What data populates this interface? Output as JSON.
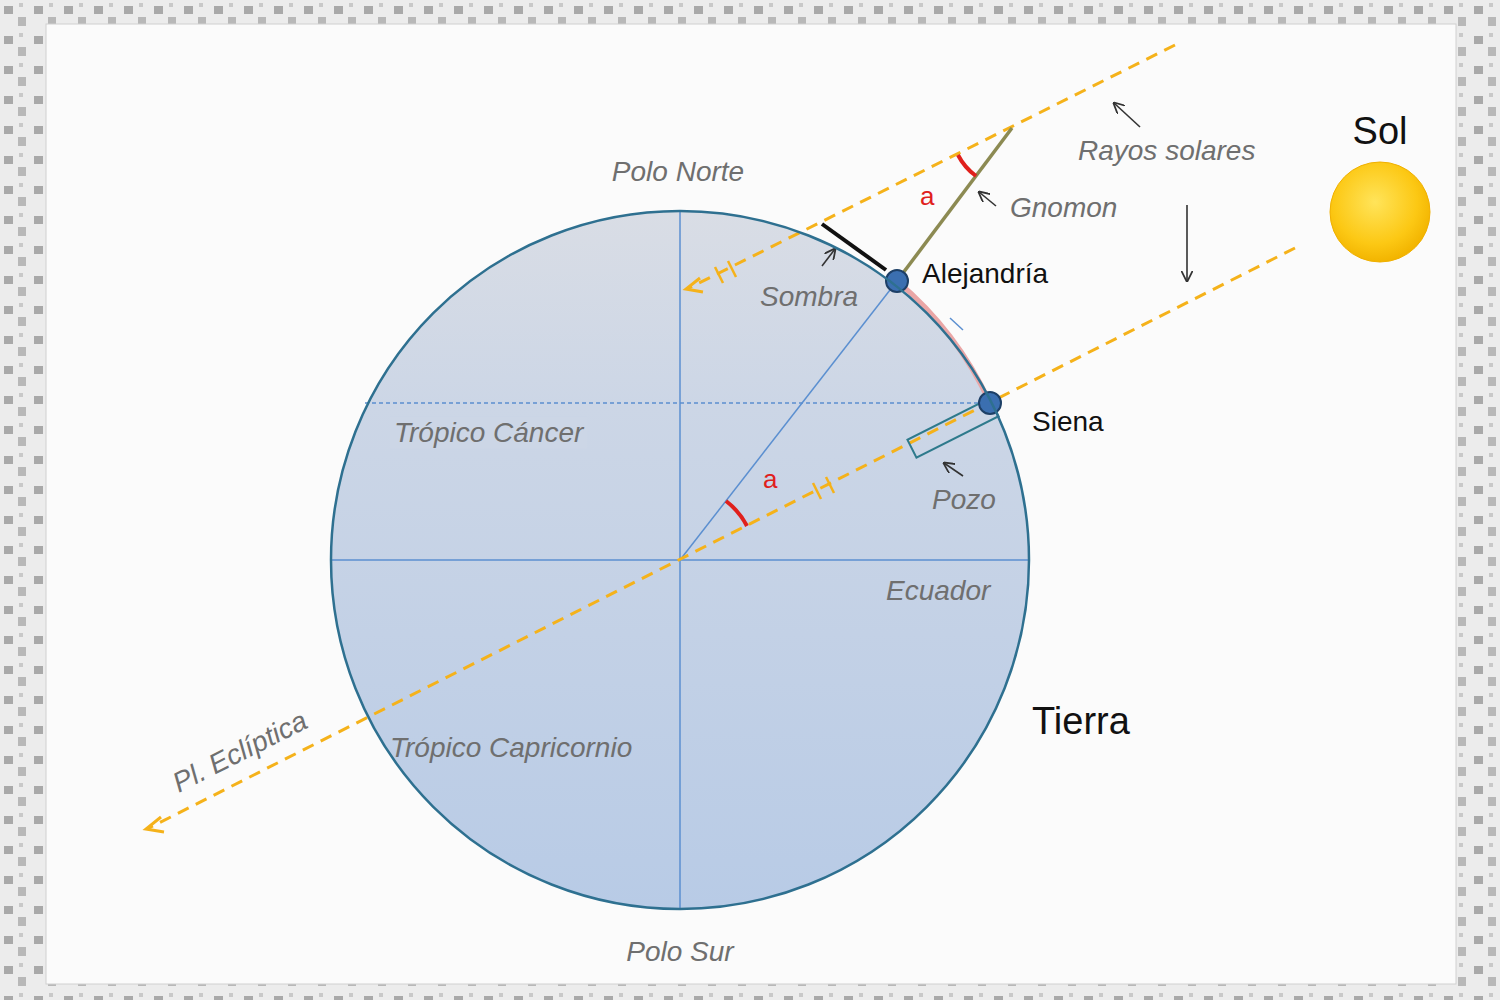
{
  "diagram": {
    "nodes": [
      {
        "text": [
          "Sol"
        ]
      },
      {
        "text": [
          "Tierra"
        ]
      }
    ],
    "labels": [
      "Polo Norte",
      "Rayos solares",
      "a",
      "Gnomon",
      "Sombra",
      "Alejandría",
      "Siena",
      "Trópico Cáncer",
      "a",
      "Pozo",
      "Ecuador",
      "Pl. Eclíptica",
      "Trópico Capricornio",
      "Polo Sur"
    ]
  }
}
